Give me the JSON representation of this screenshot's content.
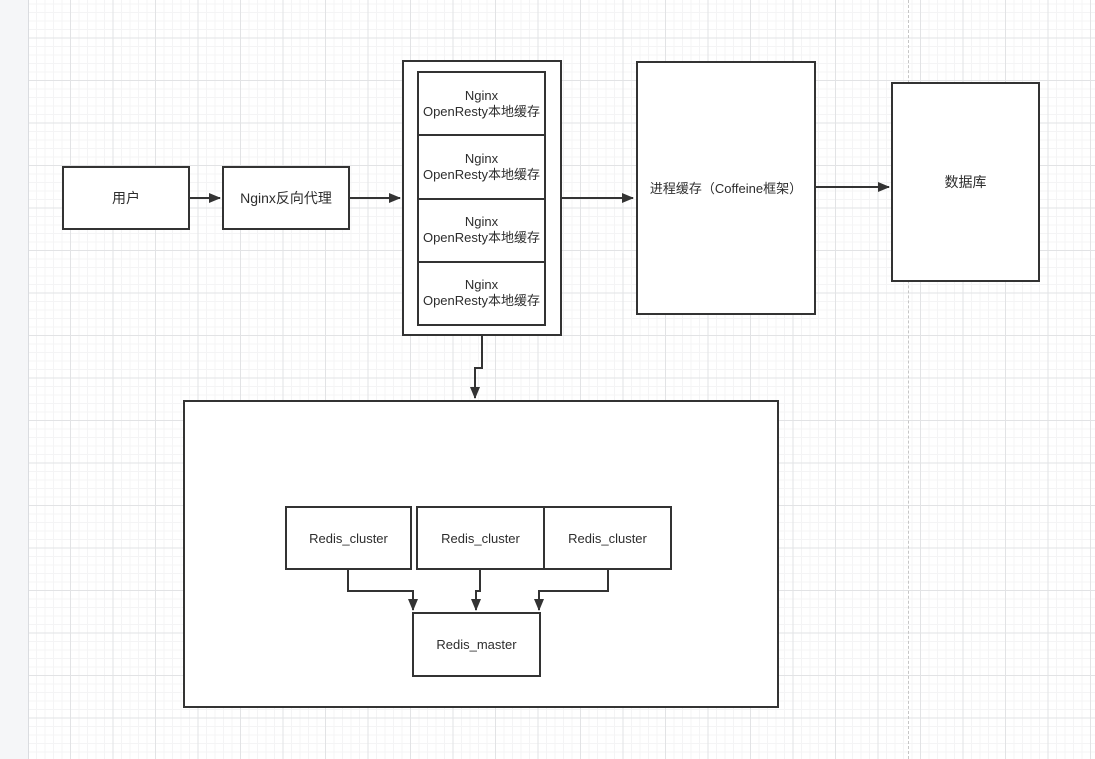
{
  "colors": {
    "canvas_bg": "#ffffff",
    "grid_minor": "#f4f4f5",
    "grid_major": "#e2e3e5",
    "stroke": "#333333",
    "text": "#2d2d2d",
    "node_bg": "#ffffff",
    "sidebar_bg": "#f5f6f8",
    "sidebar_border": "#dadce0",
    "page_divider": "#c6c6c6"
  },
  "diagram": {
    "user": {
      "label": "用户"
    },
    "nginx_proxy": {
      "label": "Nginx反向代理"
    },
    "openresty_nodes": [
      {
        "line1": "Nginx",
        "line2": "OpenResty本地缓存"
      },
      {
        "line1": "Nginx",
        "line2": "OpenResty本地缓存"
      },
      {
        "line1": "Nginx",
        "line2": "OpenResty本地缓存"
      },
      {
        "line1": "Nginx",
        "line2": "OpenResty本地缓存"
      }
    ],
    "process_cache": {
      "label": "进程缓存（Coffeine框架）"
    },
    "database": {
      "label": "数据库"
    },
    "redis_clusters": [
      {
        "label": "Redis_cluster"
      },
      {
        "label": "Redis_cluster"
      },
      {
        "label": "Redis_cluster"
      }
    ],
    "redis_master": {
      "label": "Redis_master"
    },
    "edges": [
      {
        "from": "user",
        "to": "nginx_proxy"
      },
      {
        "from": "nginx_proxy",
        "to": "openresty_stack"
      },
      {
        "from": "openresty_stack",
        "to": "process_cache"
      },
      {
        "from": "process_cache",
        "to": "database"
      },
      {
        "from": "openresty_stack",
        "to": "redis_group"
      },
      {
        "from": "redis_cluster_1",
        "to": "redis_master"
      },
      {
        "from": "redis_cluster_2",
        "to": "redis_master"
      },
      {
        "from": "redis_cluster_3",
        "to": "redis_master"
      }
    ]
  }
}
